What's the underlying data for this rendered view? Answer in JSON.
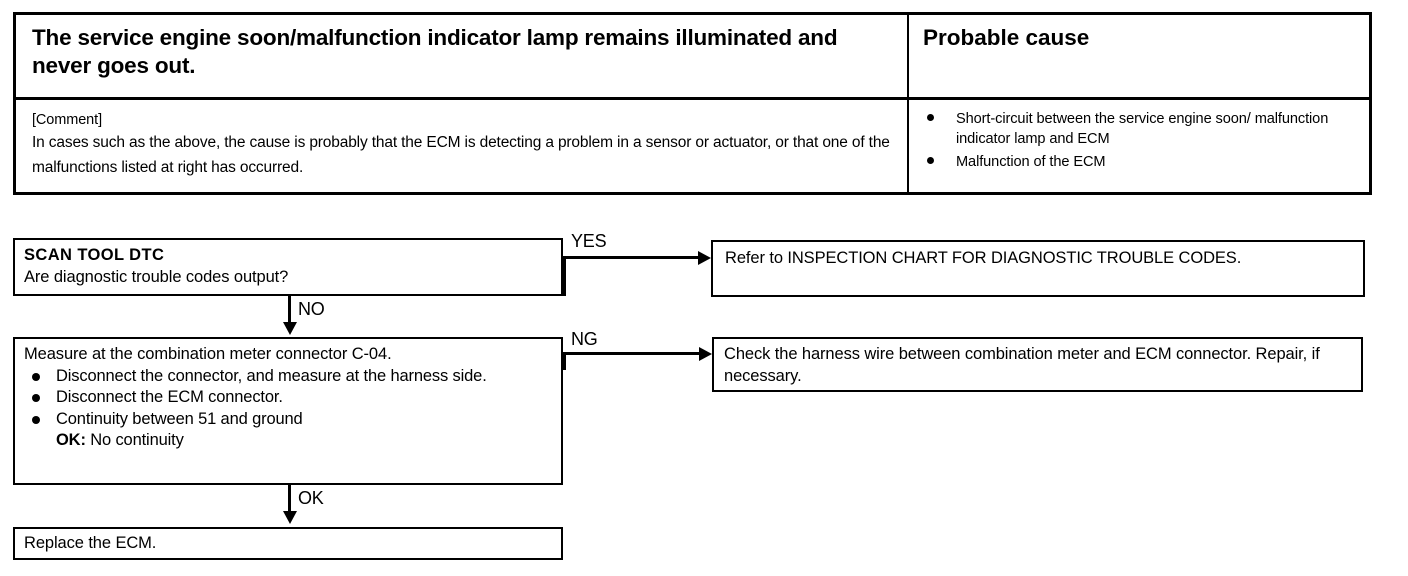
{
  "table": {
    "symptom_heading": "The service engine soon/malfunction indicator lamp remains illuminated and never goes out.",
    "probable_cause_heading": "Probable cause",
    "comment_tag": "[Comment]",
    "comment_body": "In cases such as the above, the cause is probably that the ECM is detecting a problem in a sensor or actuator, or that one of the malfunctions listed at right has occurred.",
    "causes": [
      "Short-circuit between the service engine soon/ malfunction indicator lamp and ECM",
      "Malfunction of the ECM"
    ]
  },
  "flowchart": {
    "scan_box": {
      "title": "SCAN TOOL DTC",
      "question": "Are diagnostic trouble codes output?"
    },
    "refer_box": {
      "text": "Refer  to INSPECTION  CHART  FOR  DIAGNOSTIC TROUBLE CODES."
    },
    "measure_box": {
      "title": "Measure at the combination meter connector C-04.",
      "steps": [
        "Disconnect the connector, and measure at the harness side.",
        "Disconnect the ECM connector.",
        "Continuity between 51 and ground"
      ],
      "ok_label": "OK:",
      "ok_value": "No continuity"
    },
    "check_box": {
      "text": "Check the harness wire between combination meter and ECM connector. Repair, if necessary."
    },
    "replace_box": {
      "text": "Replace the ECM."
    },
    "branches": {
      "yes": "YES",
      "no": "NO",
      "ng": "NG",
      "ok": "OK"
    }
  },
  "colors": {
    "ink": "#000000",
    "paper": "#ffffff"
  }
}
